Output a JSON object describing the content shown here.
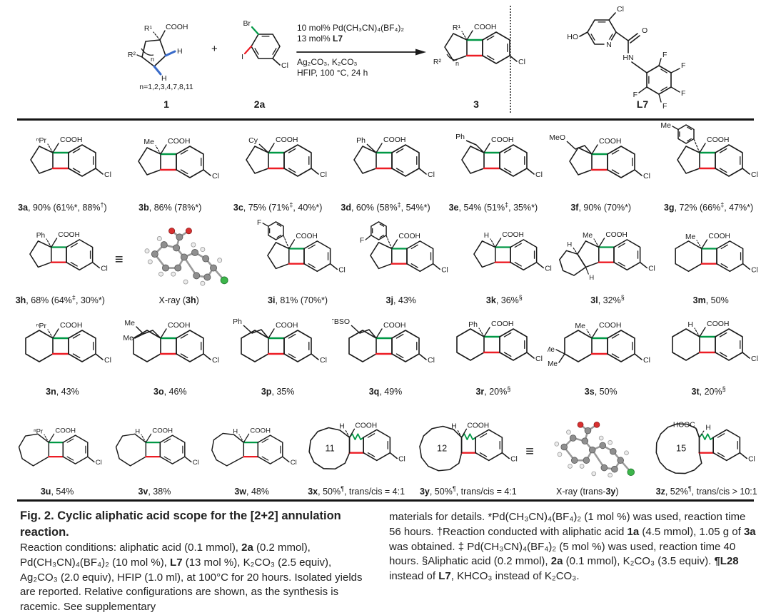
{
  "colors": {
    "bondGreen": "#009845",
    "bondRed": "#ed1c24",
    "wedgeBlue": "#3a6bc9",
    "black": "#1a1a1a"
  },
  "scheme": {
    "reactant": {
      "id": "1",
      "r1": "R¹",
      "acid": "COOH",
      "r2": "R²",
      "h_right": "H",
      "h_bottom": "H",
      "n": "n",
      "n_note": "n=1,2,3,4,7,8,11"
    },
    "plus": "+",
    "arylHalide": {
      "id": "2a",
      "br": "Br",
      "i": "I",
      "cl": "Cl"
    },
    "conditions": {
      "above1": "10 mol% Pd(CH₃CN)₄(BF₄)₂",
      "above2": [
        {
          "t": "13 mol% "
        },
        {
          "t": "L7",
          "b": true
        }
      ],
      "below1": "Ag₂CO₃, K₂CO₃",
      "below2": "HFIP, 100 °C, 24 h"
    },
    "product": {
      "id": "3",
      "r1": "R¹",
      "acid": "COOH",
      "r2": "R²",
      "n": "n",
      "cl": "Cl"
    },
    "ligand": {
      "id": "L7",
      "ho": "HO",
      "n": "N",
      "cl": "Cl",
      "o": "O",
      "hn": "HN",
      "f": [
        "F",
        "F",
        "F",
        "F",
        "F"
      ]
    }
  },
  "compounds": [
    {
      "key": "3a",
      "id": "3a",
      "note": "90% (61%*, 88%†)",
      "structure": {
        "type": "standard",
        "ring": 5,
        "alpha": "ⁿPr",
        "acid": "COOH",
        "cl": "Cl"
      }
    },
    {
      "key": "3b",
      "id": "3b",
      "note": "86% (78%*)",
      "structure": {
        "type": "standard",
        "ring": 5,
        "alpha": "Me",
        "acid": "COOH",
        "cl": "Cl"
      }
    },
    {
      "key": "3c",
      "id": "3c",
      "note": "75% (71%‡, 40%*)",
      "structure": {
        "type": "standard",
        "ring": 5,
        "chain": {
          "label": "Cy",
          "len": 1
        },
        "acid": "COOH",
        "cl": "Cl"
      }
    },
    {
      "key": "3d",
      "id": "3d",
      "note": "60% (58%‡, 54%*)",
      "structure": {
        "type": "standard",
        "ring": 5,
        "chain": {
          "label": "Ph",
          "len": 1
        },
        "acid": "COOH",
        "cl": "Cl"
      }
    },
    {
      "key": "3e",
      "id": "3e",
      "note": "54% (51%‡, 35%*)",
      "structure": {
        "type": "standard",
        "ring": 5,
        "chain": {
          "label": "Ph",
          "len": 2
        },
        "acid": "COOH",
        "cl": "Cl"
      }
    },
    {
      "key": "3f",
      "id": "3f",
      "note": "90% (70%*)",
      "structure": {
        "type": "standard",
        "ring": 5,
        "chain": {
          "label": "MeO",
          "len": 3
        },
        "acid": "COOH",
        "cl": "Cl"
      }
    },
    {
      "key": "3g",
      "id": "3g",
      "note": "72% (66%‡, 47%*)",
      "structure": {
        "type": "standard",
        "ring": 5,
        "aryl": {
          "sub": "Me",
          "pos": "para"
        },
        "acid": "COOH",
        "cl": "Cl"
      }
    },
    {
      "key": "3h",
      "id": "3h",
      "note": "68% (64%‡, 30%*)",
      "structure": {
        "type": "standard",
        "ring": 5,
        "alpha": "Ph",
        "acid": "COOH",
        "cl": "Cl"
      }
    },
    {
      "key": "xray-3h",
      "type": "xray",
      "equiv": "≡",
      "caption": [
        {
          "t": "X-ray ("
        },
        {
          "t": "3h",
          "b": true
        },
        {
          "t": ")"
        }
      ]
    },
    {
      "key": "3i",
      "id": "3i",
      "note": "81% (70%*)",
      "structure": {
        "type": "standard",
        "ring": 5,
        "aryl": {
          "sub": "F",
          "pos": "para"
        },
        "acid": "COOH",
        "cl": "Cl"
      }
    },
    {
      "key": "3j",
      "id": "3j",
      "note": "43%",
      "structure": {
        "type": "standard",
        "ring": 5,
        "aryl": {
          "sub": "F",
          "pos": "ortho"
        },
        "acid": "COOH",
        "cl": "Cl"
      }
    },
    {
      "key": "3k",
      "id": "3k",
      "note": "36%§",
      "structure": {
        "type": "standard",
        "ring": 5,
        "alpha": "H",
        "acid": "COOH",
        "cl": "Cl"
      }
    },
    {
      "key": "3l",
      "id": "3l",
      "note": "32%§",
      "structure": {
        "type": "fused",
        "ring": 5,
        "alpha": "Me",
        "h": [
          "H",
          "H"
        ],
        "acid": "COOH",
        "cl": "Cl"
      }
    },
    {
      "key": "3m",
      "id": "3m",
      "note": "50%",
      "structure": {
        "type": "standard",
        "ring": 6,
        "alpha": "Me",
        "acid": "COOH",
        "cl": "Cl"
      }
    },
    {
      "key": "3n",
      "id": "3n",
      "note": "43%",
      "structure": {
        "type": "standard",
        "ring": 6,
        "alpha": "ⁿPr",
        "acid": "COOH",
        "cl": "Cl"
      }
    },
    {
      "key": "3o",
      "id": "3o",
      "note": "46%",
      "structure": {
        "type": "standard",
        "ring": 6,
        "iso": [
          "Me",
          "Me"
        ],
        "acid": "COOH",
        "cl": "Cl"
      }
    },
    {
      "key": "3p",
      "id": "3p",
      "note": "35%",
      "structure": {
        "type": "standard",
        "ring": 6,
        "chain": {
          "label": "Ph",
          "len": 3
        },
        "acid": "COOH",
        "cl": "Cl"
      }
    },
    {
      "key": "3q",
      "id": "3q",
      "note": "49%",
      "structure": {
        "type": "standard",
        "ring": 6,
        "chain": {
          "label": "TBSO",
          "len": 3
        },
        "acid": "COOH",
        "cl": "Cl"
      }
    },
    {
      "key": "3r",
      "id": "3r",
      "note": "20%§",
      "structure": {
        "type": "standard",
        "ring": 6,
        "alpha": "Ph",
        "acid": "COOH",
        "cl": "Cl"
      }
    },
    {
      "key": "3s",
      "id": "3s",
      "note": "50%",
      "structure": {
        "type": "standard",
        "ring": 6,
        "alpha": "Me",
        "gem": [
          "Me",
          "Me"
        ],
        "acid": "COOH",
        "cl": "Cl"
      }
    },
    {
      "key": "3t",
      "id": "3t",
      "note": "20%§",
      "structure": {
        "type": "standard",
        "ring": 6,
        "alpha": "H",
        "acid": "COOH",
        "cl": "Cl"
      }
    },
    {
      "key": "3u",
      "id": "3u",
      "note": "54%",
      "structure": {
        "type": "standard",
        "ring": 7,
        "alpha": "ⁿPr",
        "acid": "COOH",
        "cl": "Cl"
      }
    },
    {
      "key": "3v",
      "id": "3v",
      "note": "38%",
      "structure": {
        "type": "standard",
        "ring": 7,
        "alpha": "H",
        "acid": "COOH",
        "cl": "Cl"
      }
    },
    {
      "key": "3w",
      "id": "3w",
      "note": "48%",
      "structure": {
        "type": "standard",
        "ring": 8,
        "alpha": "H",
        "acid": "COOH",
        "cl": "Cl"
      }
    },
    {
      "key": "3x",
      "id": "3x",
      "note": "50%¶, trans/cis = 4:1",
      "structure": {
        "type": "macro",
        "size": 11,
        "number": "11",
        "alpha": "H",
        "acid": "COOH",
        "cl": "Cl"
      }
    },
    {
      "key": "3y",
      "id": "3y",
      "note": "50%¶, trans/cis = 4:1",
      "structure": {
        "type": "macro",
        "size": 12,
        "number": "12",
        "alpha": "H",
        "acid": "COOH",
        "cl": "Cl"
      }
    },
    {
      "key": "xray-3y",
      "type": "xray",
      "equiv": "≡",
      "caption": [
        {
          "t": "X-ray (trans-"
        },
        {
          "t": "3y",
          "b": true
        },
        {
          "t": ")"
        }
      ]
    },
    {
      "key": "3z",
      "id": "3z",
      "note": "52%¶, trans/cis > 10:1",
      "structure": {
        "type": "macro",
        "size": 15,
        "number": "15",
        "alpha": "H",
        "acid": "HOOC",
        "cl": "Cl"
      }
    }
  ],
  "grid": {
    "rows": [
      [
        "3a",
        "3b",
        "3c",
        "3d",
        "3e",
        "3f",
        "3g"
      ],
      [
        "3h",
        "xray-3h",
        "3i",
        "3j",
        "3k",
        "3l",
        "3m"
      ],
      [
        "3n",
        "3o",
        "3p",
        "3q",
        "3r",
        "3s",
        "3t"
      ],
      [
        "3u",
        "3v",
        "3w",
        "3x",
        "3y",
        "xray-3y",
        "3z"
      ]
    ]
  },
  "caption": {
    "title": "Fig. 2. Cyclic aliphatic acid scope for the [2+2] annulation reaction.",
    "left": [
      {
        "t": "Reaction conditions: aliphatic acid (0.1 mmol), "
      },
      {
        "t": "2a",
        "b": true
      },
      {
        "t": " (0.2 mmol), Pd(CH₃CN)₄(BF₄)₂ (10 mol %), "
      },
      {
        "t": "L7",
        "b": true
      },
      {
        "t": " (13 mol %), K₂CO₃ (2.5 equiv), Ag₂CO₃ (2.0 equiv), HFIP (1.0 ml), at 100°C for 20 hours. Isolated yields are reported. Relative configurations are shown, as the synthesis is racemic. See supplementary"
      }
    ],
    "right": [
      {
        "t": "materials for details. *Pd(CH₃CN)₄(BF₄)₂ (1 mol %) was used, reaction time 56 hours. †Reaction conducted with aliphatic acid "
      },
      {
        "t": "1a",
        "b": true
      },
      {
        "t": " (4.5 mmol), 1.05 g of "
      },
      {
        "t": "3a",
        "b": true
      },
      {
        "t": " was obtained. ‡ Pd(CH₃CN)₄(BF₄)₂ (5 mol %) was used, reaction time 40 hours. §Aliphatic acid (0.2 mmol), "
      },
      {
        "t": "2a",
        "b": true
      },
      {
        "t": " (0.1 mmol), K₂CO₃ (3.5 equiv). "
      },
      {
        "t": "¶L28",
        "b": true
      },
      {
        "t": " instead of "
      },
      {
        "t": "L7",
        "b": true
      },
      {
        "t": ", KHCO₃ instead of K₂CO₃."
      }
    ]
  }
}
